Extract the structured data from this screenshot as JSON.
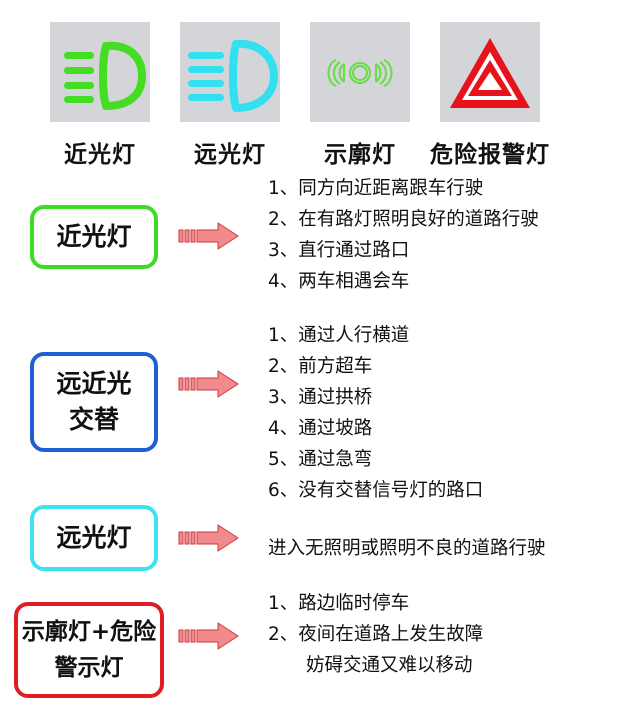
{
  "icons": [
    {
      "icon": "low-beam-icon",
      "label": "近光灯",
      "color": "#44dd22"
    },
    {
      "icon": "high-beam-icon",
      "label": "远光灯",
      "color": "#33e0f0"
    },
    {
      "icon": "position-light-icon",
      "label": "示廓灯",
      "color": "#66dd44"
    },
    {
      "icon": "hazard-warning-icon",
      "label": "危险报警灯",
      "color": "#e8121b"
    }
  ],
  "rules": [
    {
      "category": "近光灯",
      "border_color": "#3cdc26",
      "items": [
        "1、同方向近距离跟车行驶",
        "2、在有路灯照明良好的道路行驶",
        "3、直行通过路口",
        "4、两车相遇会车"
      ]
    },
    {
      "category": "远近光\n交替",
      "border_color": "#1f5fd6",
      "items": [
        "1、通过人行横道",
        "2、前方超车",
        "3、通过拱桥",
        "4、通过坡路",
        "5、通过急弯",
        "6、没有交替信号灯的路口"
      ]
    },
    {
      "category": "远光灯",
      "border_color": "#3ee2ee",
      "items": [
        "进入无照明或照明不良的道路行驶"
      ]
    },
    {
      "category": "示廓灯+危险\n警示灯",
      "border_color": "#e01c24",
      "items": [
        "1、路边临时停车",
        "2、夜间在道路上发生故障",
        "妨碍交通又难以移动"
      ]
    }
  ],
  "arrow_color": "#f08a8c"
}
